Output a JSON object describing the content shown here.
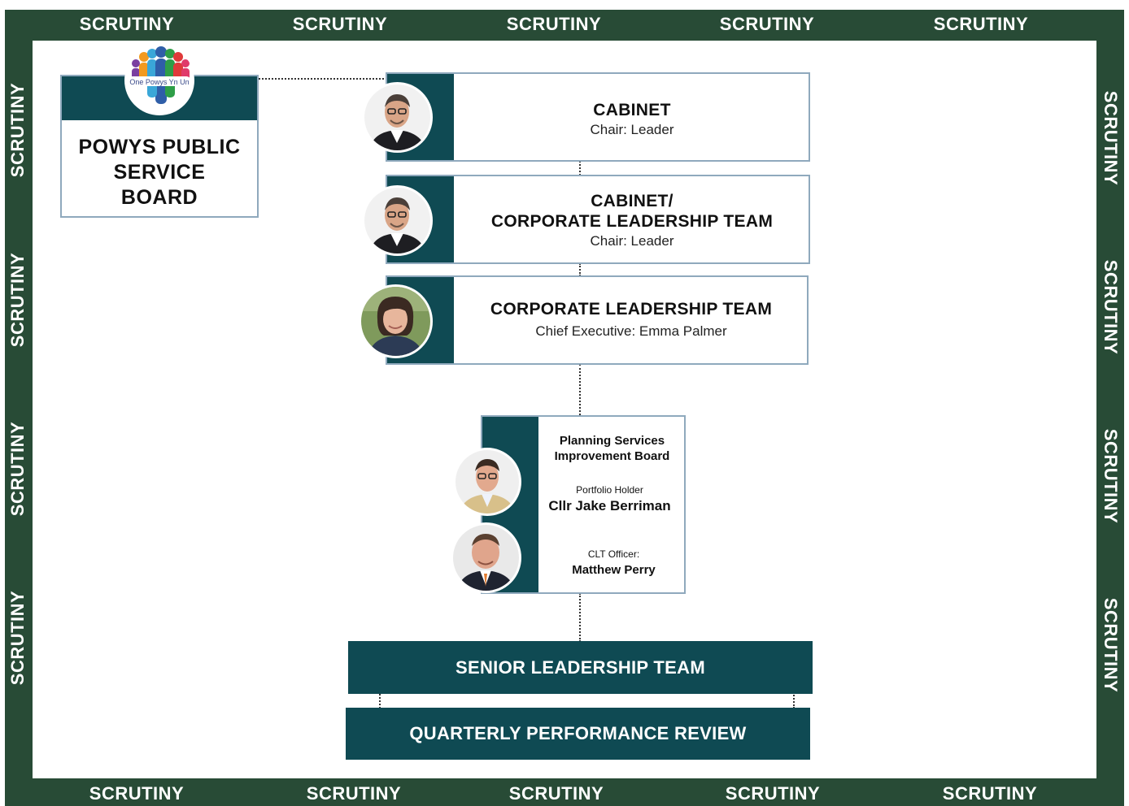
{
  "border_label": "SCRUTINY",
  "psb": {
    "title_lines": [
      "POWYS PUBLIC",
      "SERVICE",
      "BOARD"
    ],
    "logo_text": "One Powys Yn Un"
  },
  "cabinet": {
    "title": "CABINET",
    "chair": "Chair: Leader"
  },
  "cabinet_clt": {
    "title_lines": [
      "CABINET/",
      "CORPORATE LEADERSHIP TEAM"
    ],
    "chair": "Chair: Leader"
  },
  "clt": {
    "title": "CORPORATE LEADERSHIP TEAM",
    "chief": "Chief Executive: Emma Palmer"
  },
  "planning": {
    "title_lines": [
      "Planning Services",
      "Improvement Board"
    ],
    "portfolio_label": "Portfolio Holder",
    "portfolio_name": "Cllr Jake Berriman",
    "officer_label": "CLT Officer:",
    "officer_name": "Matthew Perry"
  },
  "slt": {
    "title": "SENIOR LEADERSHIP TEAM"
  },
  "qpr": {
    "title": "QUARTERLY PERFORMANCE REVIEW"
  },
  "colors": {
    "frame": "#284b36",
    "teal": "#0f4a53",
    "card_border": "#8fa9bd"
  },
  "icons": [
    "person-photo",
    "logo-people"
  ]
}
